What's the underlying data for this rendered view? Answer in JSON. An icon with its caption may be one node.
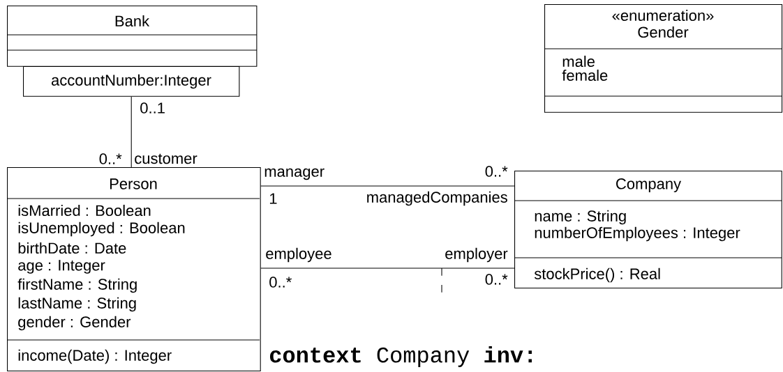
{
  "diagram": {
    "nodes": [
      {
        "text": [
          "Bank"
        ]
      },
      {
        "text": [
          "accountNumber:Integer"
        ]
      },
      {
        "text": [
          "Person",
          "isMarried : Boolean",
          "isUnemployed : Boolean",
          "birthDate : Date",
          "age : Integer",
          "firstName : String",
          "lastName : String",
          "gender : Gender",
          "income(Date) : Integer"
        ]
      },
      {
        "text": [
          "Company",
          "name : String",
          "numberOfEmployees : Integer",
          "stockPrice() : Real"
        ]
      },
      {
        "text": [
          "«enumeration»",
          "Gender",
          "male",
          "female"
        ]
      }
    ],
    "edges": [
      {
        "from": 1,
        "to": 2,
        "arrow": "none"
      },
      {
        "from": 2,
        "to": 3,
        "arrow": "none"
      },
      {
        "from": 2,
        "to": 3,
        "arrow": "none"
      }
    ],
    "labels": [
      "0..1",
      "0..*",
      "customer",
      "manager",
      "0..*",
      "1",
      "managedCompanies",
      "employee",
      "employer",
      "0..*",
      "0..*",
      "**context** Company **inv:**"
    ]
  }
}
